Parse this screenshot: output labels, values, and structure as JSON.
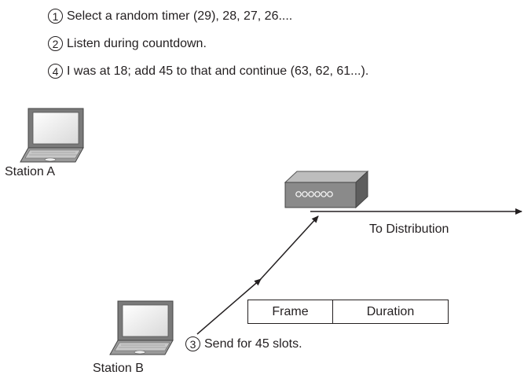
{
  "steps": [
    {
      "num": "1",
      "text": "Select a random timer (29), 28, 27, 26...."
    },
    {
      "num": "2",
      "text": "Listen during countdown."
    },
    {
      "num": "4",
      "text": "I was at 18; add 45 to that and continue (63, 62, 61...)."
    }
  ],
  "station_a": {
    "label": "Station A",
    "icon": "laptop-icon"
  },
  "station_b": {
    "label": "Station B",
    "icon": "laptop-icon"
  },
  "access_point": {
    "icon": "access-point-icon"
  },
  "distribution_label": "To Distribution",
  "frame": {
    "field1": "Frame",
    "field2": "Duration"
  },
  "step3": {
    "num": "3",
    "text": "Send for 45 slots."
  },
  "colors": {
    "ink": "#231f20",
    "device_gray": "#8a8a8a",
    "device_dark": "#555555"
  }
}
